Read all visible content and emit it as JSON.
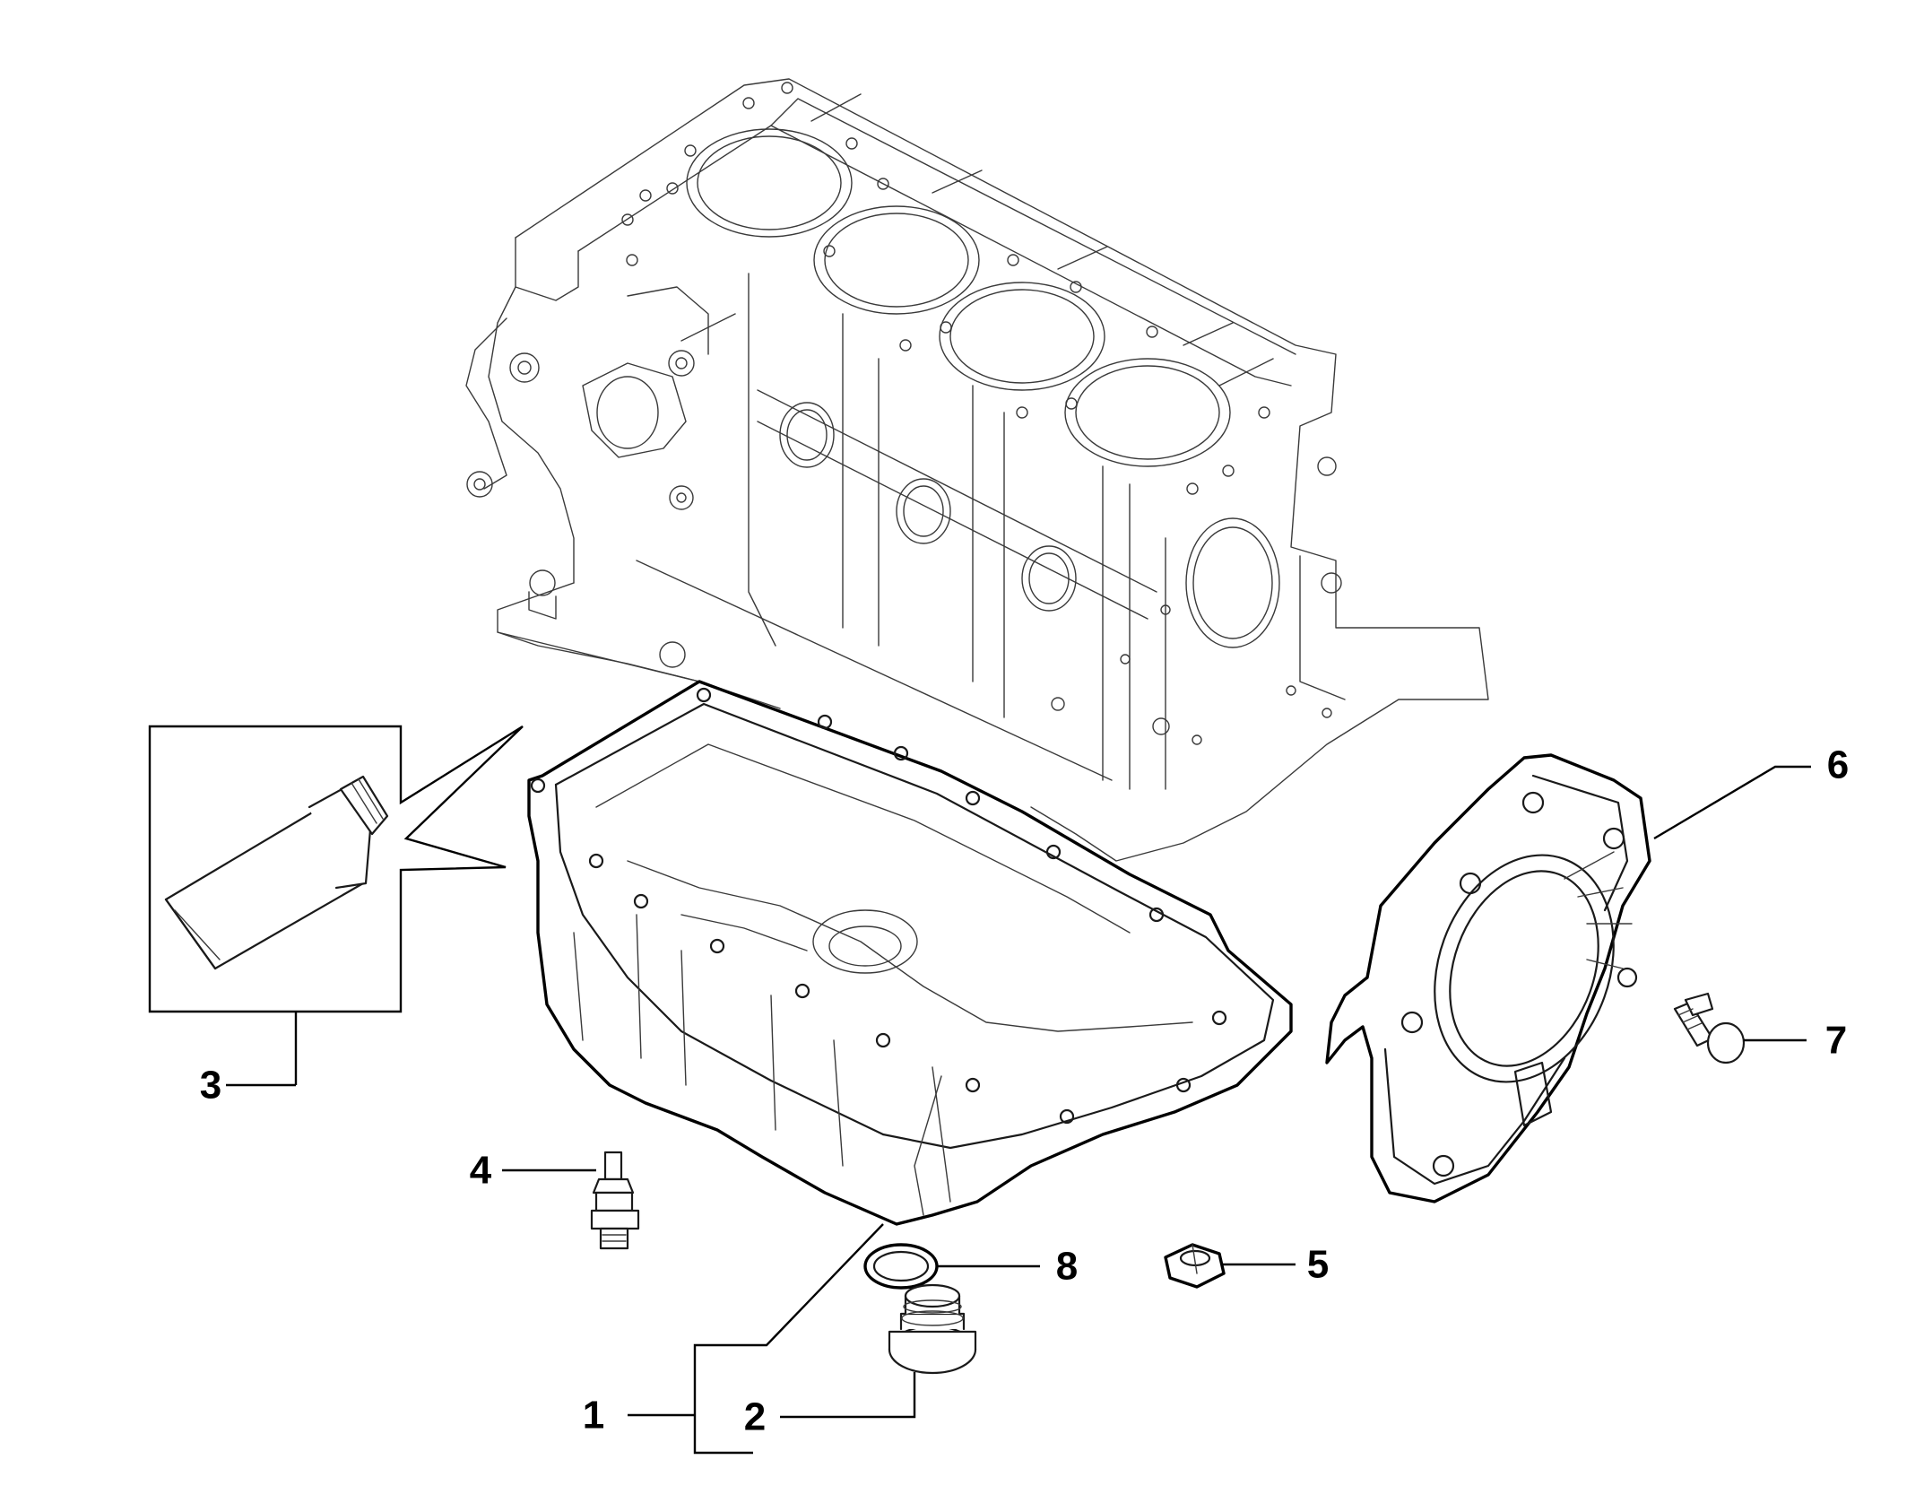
{
  "diagram": {
    "background": "#ffffff",
    "line_color": "#000000",
    "callouts": [
      {
        "id": "1",
        "label": "1"
      },
      {
        "id": "2",
        "label": "2"
      },
      {
        "id": "3",
        "label": "3"
      },
      {
        "id": "4",
        "label": "4"
      },
      {
        "id": "5",
        "label": "5"
      },
      {
        "id": "6",
        "label": "6"
      },
      {
        "id": "7",
        "label": "7"
      },
      {
        "id": "8",
        "label": "8"
      }
    ]
  }
}
